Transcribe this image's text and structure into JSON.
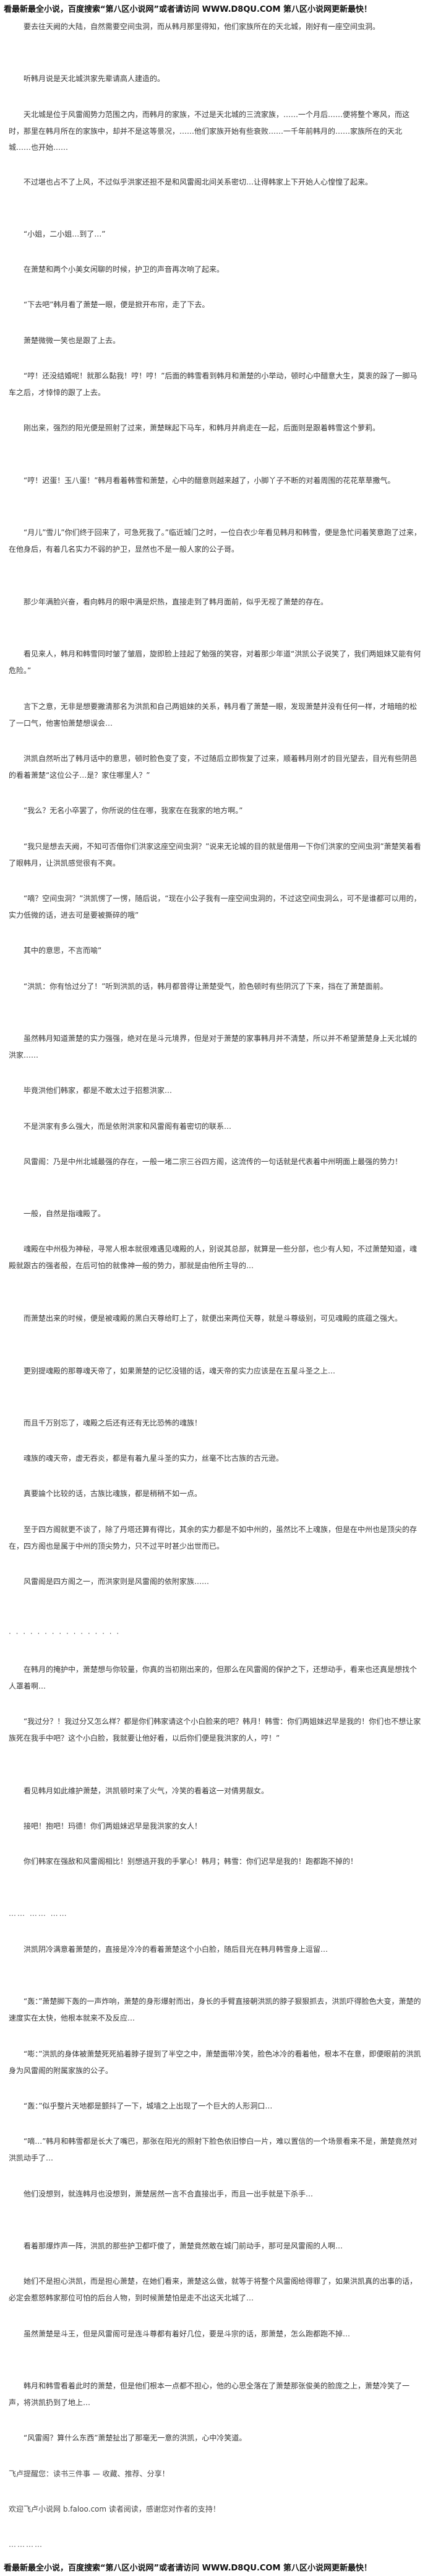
{
  "banner_top": "看最新最全小说，百度搜索“第八区小说网”或者请访问 WWW.D8QU.COM 第八区小说网更新最快！",
  "banner_bottom": "看最新最全小说，百度搜索“第八区小说网”或者请访问 WWW.D8QU.COM 第八区小说网更新最快！",
  "paragraphs": [
    {
      "text": "要去往天阙的大陆，自然需要空间虫洞，而从韩月那里得知，他们家族所在的天北城，刚好有一座空间虫洞。",
      "t": 0,
      "h": 42
    },
    {
      "text": "听韩月说是天北城洪家先辈请高人建造的。",
      "t": 62,
      "h": 22
    },
    {
      "text": "天北城是位于风雷阁势力范围之内，而韩月的家族，不过是天北城的三流家族，……一个月后……便将整个寒风，而这时，那里在韩月所在的家族中，却并不是这等景况，……他们家族开始有些衰败……一千年前韩月的……家族所在的天北城……也开始……",
      "t": 104,
      "h": 60
    },
    {
      "text": "不过堪也占不了上风，不过似乎洪家还担不是和风雷阁北间关系密切…让得韩家上下开始人心惶惶了起来。",
      "t": 184,
      "h": 42
    },
    {
      "text": "“小姐，二小姐…到了…”",
      "t": 246,
      "h": 22
    },
    {
      "text": "在萧楚和两个小美女闲聊的时候，护卫的声音再次响了起来。",
      "t": 288,
      "h": 22
    },
    {
      "text": "“下去吧”韩月看了萧楚一眼，便是掀开布帘，走了下去。",
      "t": 330,
      "h": 22
    },
    {
      "text": "萧楚微微一笑也是跟了上去。",
      "t": 372,
      "h": 22
    },
    {
      "text": "“哼！还没结婚呢！就那么黏我！哼！哼！”后面的韩雪看到韩月和萧楚的小举动，顿时心中醋意大生，莫衷的跺了一脚马车之后，才悻悻的跟了上去。",
      "t": 414,
      "h": 42
    },
    {
      "text": "刚出来，强烈的阳光便是照射了过来，萧楚眯起下马车，和韩月并肩走在一起，后面则是跟着韩雪这个萝莉。",
      "t": 476,
      "h": 42
    },
    {
      "text": "“哼！迟蛋！玉八蛋！”韩月看着韩雪和萧楚，心中的醋意则越来越了，小脚丫子不断的对着周围的花花草草撒气。",
      "t": 538,
      "h": 42
    },
    {
      "text": "“月儿”雪儿”你们终于回来了，可急死我了。”临近城门之时，一位白衣少年看见韩月和韩雪，便是急忙问着笑意跑了过来，在他身后，有着几名实力不弱的护卫，显然也不是一般人家的公子哥。",
      "t": 600,
      "h": 62
    },
    {
      "text": "那少年满脸兴奋，看向韩月的眼中满是炽热，直接走到了韩月面前，似乎无视了萧楚的存在。",
      "t": 682,
      "h": 42
    },
    {
      "text": "看见来人，韩月和韩雪同时皱了皱眉，旋即脸上挂起了勉强的笑容，对着那少年道“洪凯公子说笑了，我们两姐妹又能有何危险。”",
      "t": 744,
      "h": 42
    },
    {
      "text": "言下之意，无非是想要撇清那名为洪凯和自己两姐妹的关系，韩月看了萧楚一眼，发现萧楚并没有任何一样，才暗暗的松了一口气，他害怕萧楚想误会…",
      "t": 806,
      "h": 42
    },
    {
      "text": "洪凯自然听出了韩月话中的意思，顿时脸色变了变，不过随后立即恢复了过来，顺着韩月刚才的目光望去，目光有些阴邑的看着萧楚“这位公子…是？家住哪里人？”",
      "t": 868,
      "h": 42
    },
    {
      "text": "“我么？无名小卒罢了，你所说的住在哪，我家在在我家的地方啊。”",
      "t": 930,
      "h": 22
    },
    {
      "text": "“我只是想去天阙，不知可否借你们洪家这座空间虫洞？”说来无论城的目的就是借用一下你们洪家的空间虫洞”萧楚笑着看了眼韩月，让洪凯感觉很有不爽。",
      "t": 972,
      "h": 42
    },
    {
      "text": "“嘀？空间虫洞？”洪凯愣了一愣，随后说，“现在小公子我有一座空间虫洞的，不过这空间虫洞么，可不是谁都可以用的，实力低微的话，进去可是要被撕碎的哦”",
      "t": 1034,
      "h": 42
    },
    {
      "text": "其中的意思，不言而喻”",
      "t": 1096,
      "h": 22
    },
    {
      "text": "“洪凯：你有恰过分了！”听到洪凯的话，韩月都曾得让萧楚受气，脸色顿时有些阴沉了下来，挡在了萧楚面前。",
      "t": 1138,
      "h": 42
    },
    {
      "text": "虽然韩月知道萧楚的实力强强，绝对在是斗元境界，但是对于萧楚的家事韩月并不清楚，所以并不希望萧楚身上天北城的洪家……",
      "t": 1200,
      "h": 42
    },
    {
      "text": "毕竟洪他们韩家，都是不敢太过于招惹洪家…",
      "t": 1262,
      "h": 22
    },
    {
      "text": "不是洪家有多么强大，而是依附洪家和风雷阁有着密切的联系…",
      "t": 1304,
      "h": 22
    },
    {
      "text": "风雷阁：乃是中州北城最强的存在，一般一堵二宗三谷四方阁，这流传的一句话就是代表着中州明面上最强的势力！",
      "t": 1346,
      "h": 42
    },
    {
      "text": "一般，自然是指魂殿了。",
      "t": 1408,
      "h": 22
    },
    {
      "text": "魂殿在中州极为神秘，寻常人根本就很难遇见魂殿的人，别说其总部，就算是一些分部，也少有人知，不过萧楚知道，魂殿就跟古的强者般，在后可怕的就像神一般的势力，那就是由他所主导的…",
      "t": 1450,
      "h": 62
    },
    {
      "text": "而萧楚出来的时候，便是被魂殿的黑白天尊给盯上了，就便出来两位天尊，就是斗尊级别，可见魂殿的底蕴之强大。",
      "t": 1532,
      "h": 42
    },
    {
      "text": "更别提魂殿的那尊魂天帝了，如果萧楚的记忆没错的话，魂天帝的实力应该是在五星斗圣之上…",
      "t": 1594,
      "h": 42
    },
    {
      "text": "而且千万别忘了，魂殿之后还有还有无比恐怖的魂族！",
      "t": 1656,
      "h": 22
    },
    {
      "text": "魂族的魂天帝，虚无吞炎，都是有着九星斗圣的实力，丝毫不比古族的古元逊。",
      "t": 1698,
      "h": 22
    },
    {
      "text": "真要論个比较的话，古族比魂族，都是稍稍不如一点。",
      "t": 1740,
      "h": 22
    },
    {
      "text": "至于四方阁就更不谈了，除了丹塔还算有得比，其余的实力都是不如中州的，虽然比不上魂族，但是在中州也是顶尖的存在，四方阁也是属于中州的顶尖势力，只不过平时甚少出世而已。",
      "t": 1782,
      "h": 42
    },
    {
      "text": "风雷阁是四方阁之一，而洪家则是风雷阁的依附家族……",
      "t": 1844,
      "h": 42
    },
    {
      "text": "· · · · · · · · · · · · · · · ·",
      "t": 1906,
      "h": 22,
      "cls": "sep"
    },
    {
      "text": "在韩月的掩护中，萧楚想与你较量，你真的当初刚出来的，但那么在风雷阁的保护之下，还想动手，看来也还真是想找个人罩着啊…",
      "t": 1948,
      "h": 42
    },
    {
      "text": "“我过分？！我过分又怎么样？都是你们韩家请这个小白脸来的吧？韩月！韩雪：你们两姐妹迟早是我的！你们也不想让家族死在我手中吧？这个小白脸，我就要让他好看，以后你们便是我洪家的人，哼！”",
      "t": 2010,
      "h": 62
    },
    {
      "text": "看见韩月如此维护萧楚，洪凯顿时来了火气，冷笑的看着这一对倩男靓女。",
      "t": 2092,
      "h": 22
    },
    {
      "text": "接吧！抱吧！玛德！你们两姐妹迟早是我洪家的女人！",
      "t": 2134,
      "h": 22
    },
    {
      "text": "你们韩家在强敌和风雷阁相比！别想逃开我的手掌心！韩月；韩雪：你们迟早是我的！跑都跑不掉的！",
      "t": 2176,
      "h": 42
    },
    {
      "text": "…… …… ……",
      "t": 2238,
      "h": 22,
      "cls": "sep"
    },
    {
      "text": "洪凯阴冷满意着萧楚的，直接是冷冷的看着萧楚这个小白脸，随后目光在韩月韩雪身上逗留…",
      "t": 2280,
      "h": 42
    },
    {
      "text": "“轰：”萧楚脚下轰的一声炸响，萧楚的身形爆射而出，身长的手臂直接朝洪凯的脖子狠狠抓去，洪凯吓得脸色大变，萧楚的速度实在太快，他根本就来不及反应…",
      "t": 2342,
      "h": 42
    },
    {
      "text": "“嘭：”洪凯的身体被萧楚死死掐着脖子提到了半空之中，萧楚面带冷笑，脸色冰冷的看着他，根本不在意，即便眼前的洪凯身为风雷阁的附属家族的公子。",
      "t": 2404,
      "h": 42
    },
    {
      "text": "“轰：”似乎整片天地都是颤抖了一下，城墙之上出现了一个巨大的人形洞口…",
      "t": 2466,
      "h": 22
    },
    {
      "text": "“嘀…”韩月和韩雪都是长大了嘴巴，那张在阳光的照射下脸色依旧惨白一片，难以置信的一个场景看来不是，萧楚竟然对洪凯动手了…",
      "t": 2508,
      "h": 42
    },
    {
      "text": "他们没想到，就连韩月也没想到，萧楚居然一言不合直接出手，而且一出手就是下杀手…",
      "t": 2570,
      "h": 42
    },
    {
      "text": "看着那爆炸声一阵，洪凯的那些护卫都吓傻了，萧楚竟然敢在城门前动手，那可是风雷阁的人啊…",
      "t": 2632,
      "h": 22
    },
    {
      "text": "她们不是担心洪凯，而是担心萧楚，在她们看来，萧楚这么做，就等于将整个风雷阁给得罪了，如果洪凯真的出事的话，必定会惹怒韩家那位可怕的后台人物，到时候萧楚怕是走不出这天北城了…",
      "t": 2674,
      "h": 42
    },
    {
      "text": "虽然萧楚是斗王，但是风雷阁可是连斗尊都有着好几位，要是斗宗的话，那萧楚，怎么跑都跑不掉…",
      "t": 2736,
      "h": 42
    },
    {
      "text": "韩月和韩雪看着此时的萧楚，但是他们根本一点都不担心，他的心思全落在了萧楚那张俊美的脸庞之上，萧楚冷笑了一声，将洪凯扔到了地上…",
      "t": 2798,
      "h": 42
    },
    {
      "text": "“风雷阁？算什么东西”萧楚扯出了那毫无一意的洪凯，心中冷笑道。",
      "t": 2860,
      "h": 22
    },
    {
      "text": "飞卢提醒您：读书三件事 — 收藏、推荐、分享！",
      "t": 2902,
      "h": 22,
      "cls": "footer"
    },
    {
      "text": "欢迎飞卢小说网 b.faloo.com 读者阅读，感谢您对作者的支持！",
      "t": 2944,
      "h": 22,
      "cls": "footer"
    },
    {
      "text": "…………",
      "t": 2986,
      "h": 22,
      "cls": "sep"
    }
  ]
}
